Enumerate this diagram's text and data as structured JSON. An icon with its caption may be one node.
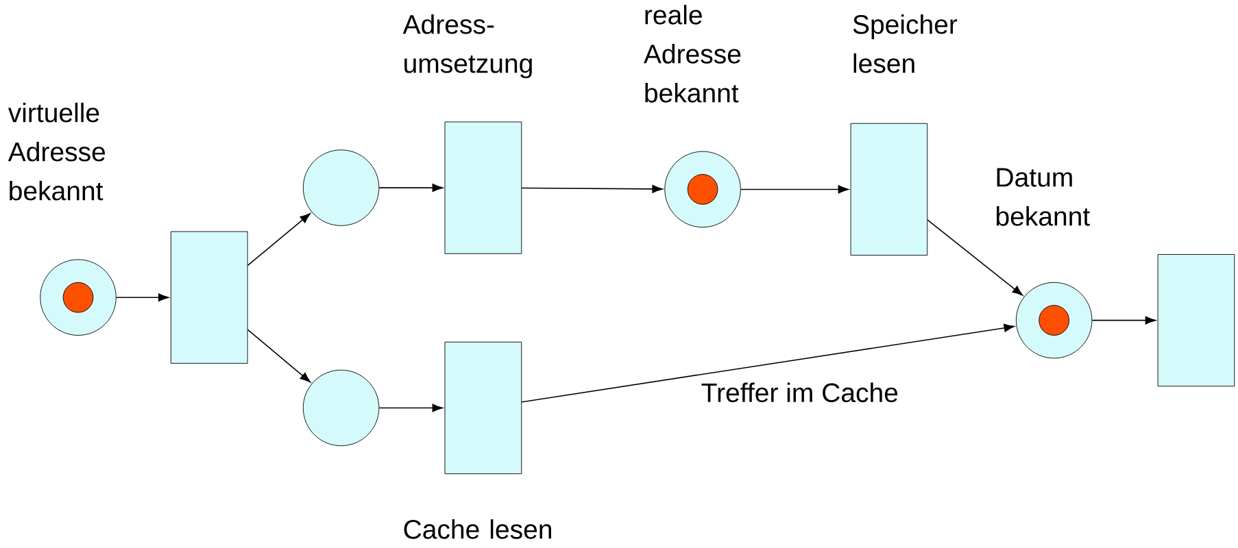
{
  "diagram": {
    "nodes": [
      {
        "text": [],
        "shape": "circle",
        "beside": [
          "virtuelle Adresse bekannt"
        ]
      },
      {
        "text": [],
        "shape": "circle",
        "in": 0
      },
      {
        "text": [],
        "shape": "box"
      },
      {
        "text": [],
        "shape": "circle"
      },
      {
        "text": [],
        "shape": "circle"
      },
      {
        "text": [],
        "shape": "box",
        "beside": [
          "Adress- umsetzung"
        ]
      },
      {
        "text": [],
        "shape": "box",
        "beside": [
          "Cache lesen"
        ]
      },
      {
        "text": [],
        "shape": "circle",
        "beside": [
          "reale Adresse bekannt"
        ]
      },
      {
        "text": [],
        "shape": "circle",
        "in": 7
      },
      {
        "text": [],
        "shape": "box",
        "beside": [
          "Speicher lesen"
        ]
      },
      {
        "text": [],
        "shape": "circle",
        "beside": [
          "Datum bekannt"
        ]
      },
      {
        "text": [],
        "shape": "circle",
        "in": 10
      },
      {
        "text": [],
        "shape": "box"
      }
    ],
    "edges": [
      {
        "from": 0,
        "to": 2,
        "arrow": "to"
      },
      {
        "from": 2,
        "to": 3,
        "arrow": "to"
      },
      {
        "from": 2,
        "to": 4,
        "arrow": "to"
      },
      {
        "from": 3,
        "to": 5,
        "arrow": "to"
      },
      {
        "from": 4,
        "to": 6,
        "arrow": "to"
      },
      {
        "from": 5,
        "to": 7,
        "arrow": "to"
      },
      {
        "from": 7,
        "to": 9,
        "arrow": "to"
      },
      {
        "from": 9,
        "to": 10,
        "arrow": "to"
      },
      {
        "from": 6,
        "to": 10,
        "arrow": "to",
        "label": "Treffer im Cache"
      },
      {
        "from": 10,
        "to": 12,
        "arrow": "to"
      }
    ]
  }
}
